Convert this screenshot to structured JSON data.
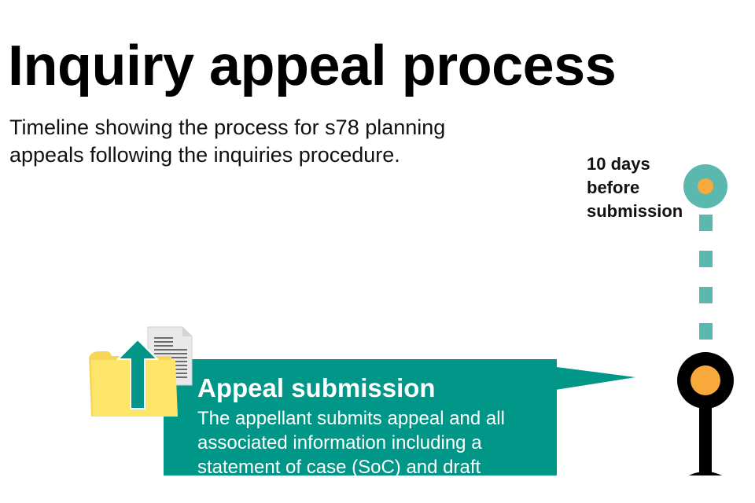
{
  "header": {
    "title": "Inquiry appeal process",
    "subtitle": "Timeline showing the process for s78 planning appeals following the inquiries procedure."
  },
  "timeline": {
    "milestones": [
      {
        "label": "10 days\nbefore\nsubmission",
        "marker": "teal-dot-marker",
        "marker_color": "#5bb8ae",
        "inner_color": "#f8a93b"
      },
      {
        "label": "",
        "marker": "black-pin-marker",
        "marker_color": "#000000",
        "inner_color": "#f8a93b"
      }
    ],
    "connector": "dashed-line",
    "connector_color": "#5bb8ae"
  },
  "steps": [
    {
      "title": "Appeal submission",
      "body": "The appellant submits appeal and all associated information including a statement of case (SoC) and draft",
      "icon": "folder-upload-icon",
      "color": "#009688"
    }
  ],
  "colors": {
    "teal_dark": "#009688",
    "teal_light": "#5bb8ae",
    "orange": "#f8a93b",
    "folder_yellow": "#fde46b",
    "black": "#000000"
  }
}
